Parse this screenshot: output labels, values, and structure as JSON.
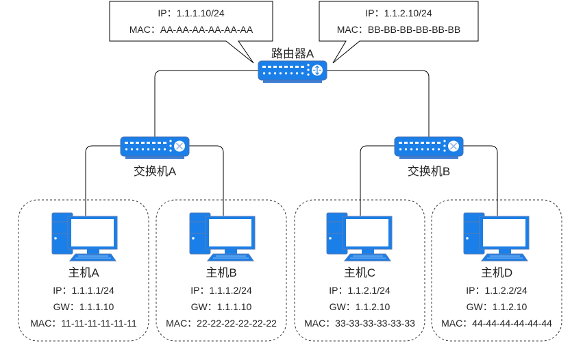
{
  "router": {
    "label": "路由器A",
    "callouts": [
      {
        "ip": "IP：1.1.1.10/24",
        "mac": "MAC：AA-AA-AA-AA-AA-AA"
      },
      {
        "ip": "IP：1.1.2.10/24",
        "mac": "MAC：BB-BB-BB-BB-BB-BB"
      }
    ]
  },
  "switches": [
    {
      "label": "交换机A",
      "icon": "switch-icon"
    },
    {
      "label": "交换机B",
      "icon": "switch-icon"
    }
  ],
  "hosts": [
    {
      "name": "主机A",
      "ip": "IP：1.1.1.1/24",
      "gw": "GW：1.1.1.10",
      "mac": "MAC：11-11-11-11-11-11"
    },
    {
      "name": "主机B",
      "ip": "IP：1.1.1.2/24",
      "gw": "GW：1.1.1.10",
      "mac": "MAC：22-22-22-22-22-22"
    },
    {
      "name": "主机C",
      "ip": "IP：1.1.2.1/24",
      "gw": "GW：1.1.2.10",
      "mac": "MAC：33-33-33-33-33-33"
    },
    {
      "name": "主机D",
      "ip": "IP：1.1.2.2/24",
      "gw": "GW：1.1.2.10",
      "mac": "MAC：44-44-44-44-44-44"
    }
  ],
  "colors": {
    "device": "#1b7fe0",
    "device_border": "#3d6fb0",
    "line": "#000000"
  }
}
